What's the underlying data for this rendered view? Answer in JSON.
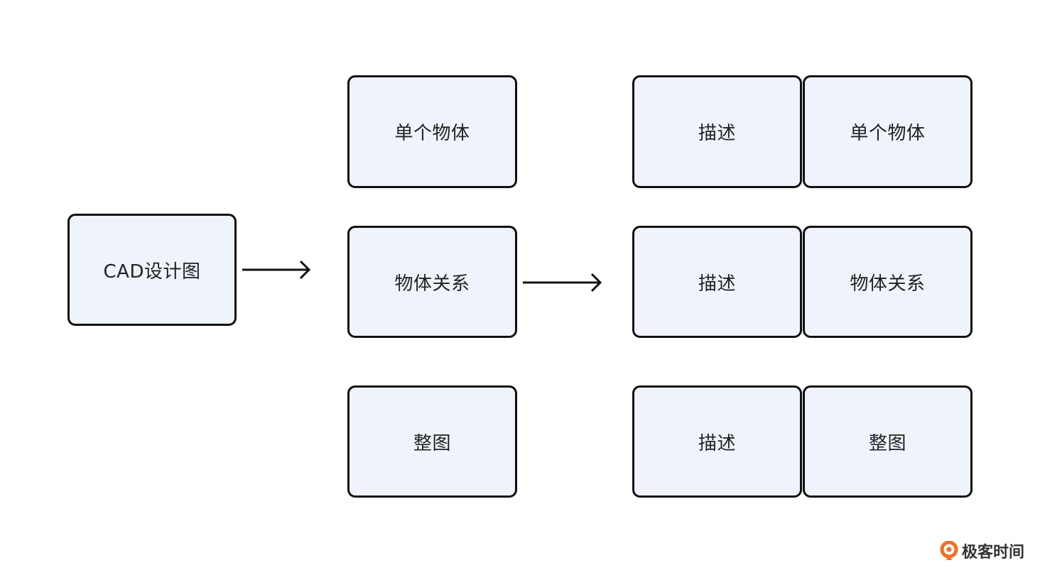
{
  "diagram": {
    "source": {
      "label": "CAD设计图"
    },
    "middle": [
      {
        "label": "单个物体"
      },
      {
        "label": "物体关系"
      },
      {
        "label": "整图"
      }
    ],
    "output_pairs": [
      {
        "description": "描述",
        "target": "单个物体"
      },
      {
        "description": "描述",
        "target": "物体关系"
      },
      {
        "description": "描述",
        "target": "整图"
      }
    ],
    "arrows": [
      {
        "from": "CAD设计图",
        "to": "物体关系"
      },
      {
        "from": "物体关系",
        "to": "描述"
      }
    ]
  },
  "colors": {
    "box_fill": "#eff3fb",
    "box_border": "#111111",
    "text": "#222222",
    "logo_orange": "#f36f21"
  },
  "watermark": {
    "text": "极客时间",
    "icon": "geektime-logo-icon"
  }
}
